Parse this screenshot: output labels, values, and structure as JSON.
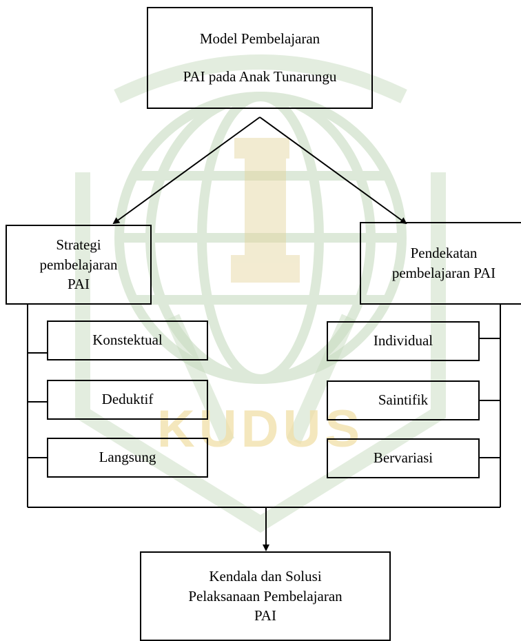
{
  "watermark": {
    "text": "KUDUS",
    "color": "#c8dcc0",
    "text_color": "#f1dfa8"
  },
  "top": {
    "line1": "Model Pembelajaran",
    "line2": "PAI pada Anak Tunarungu"
  },
  "left": {
    "title": [
      "Strategi",
      "pembelajaran",
      "PAI"
    ],
    "items": [
      "Konstektual",
      "Deduktif",
      "Langsung"
    ]
  },
  "right": {
    "title": [
      "Pendekatan",
      "pembelajaran PAI"
    ],
    "items": [
      "Individual",
      "Saintifik",
      "Bervariasi"
    ]
  },
  "bottom": {
    "lines": [
      "Kendala dan Solusi",
      "Pelaksanaan Pembelajaran",
      "PAI"
    ]
  },
  "line_color": "#000000"
}
